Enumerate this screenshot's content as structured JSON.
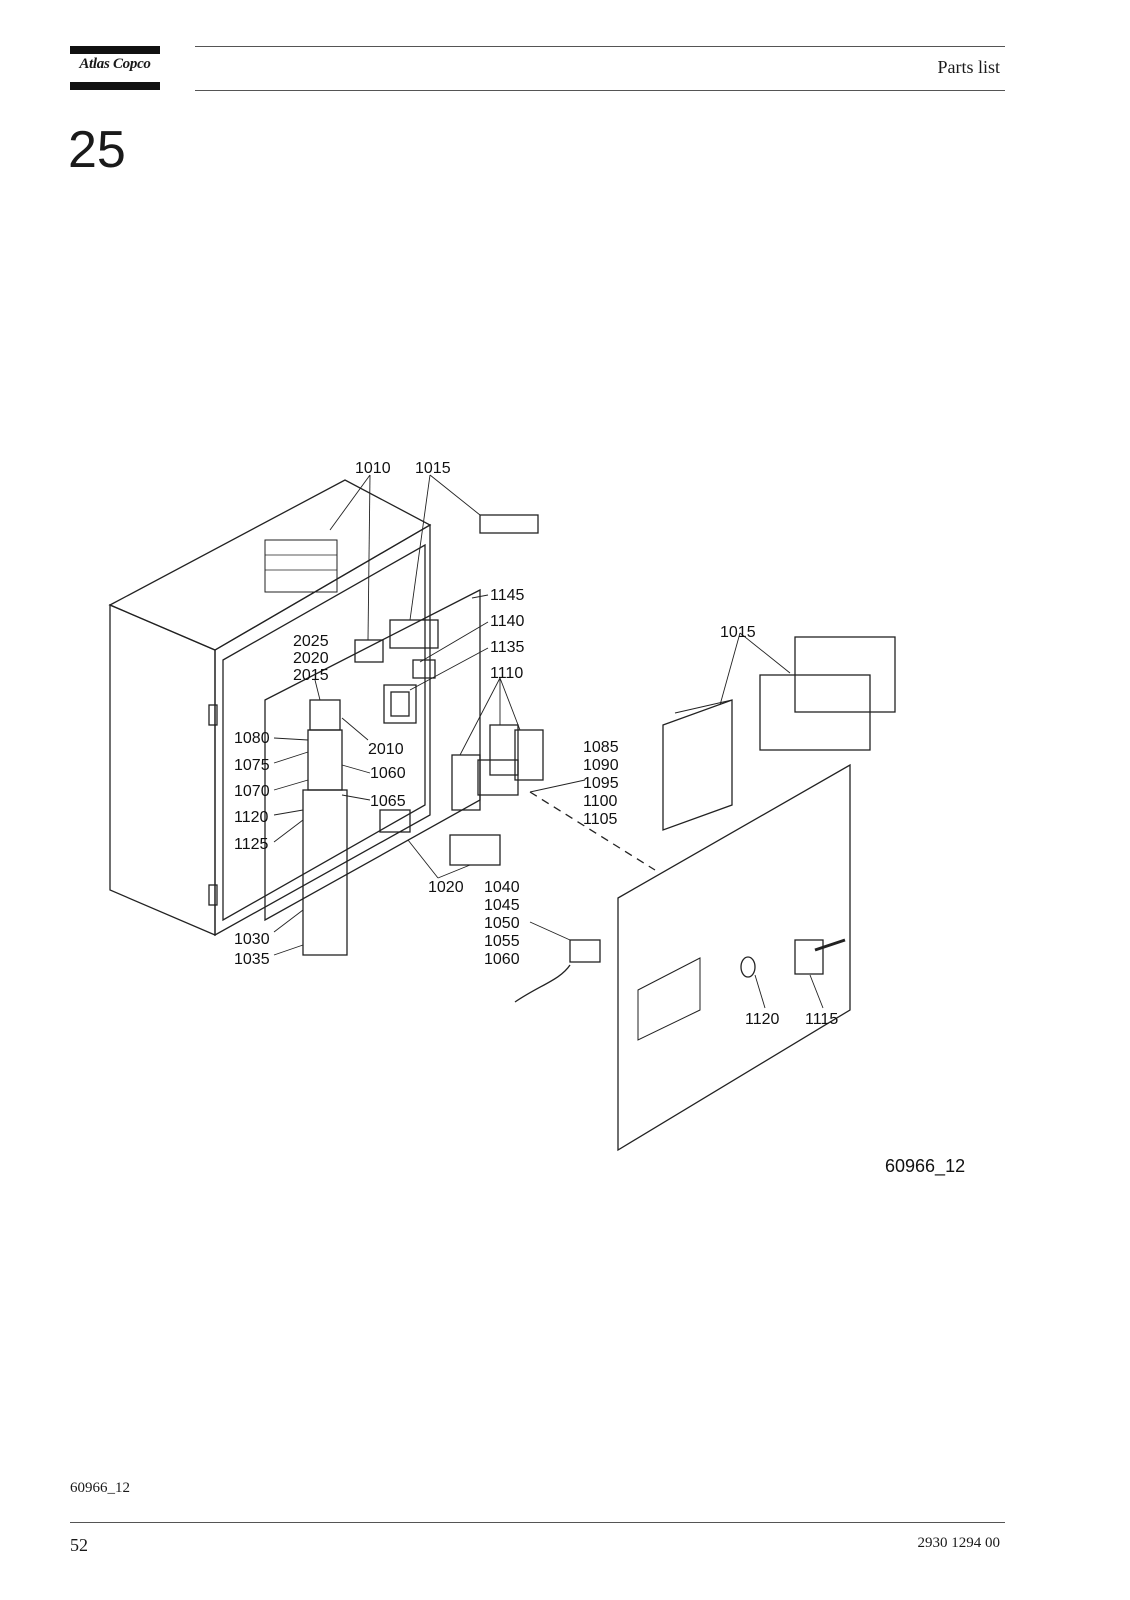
{
  "header": {
    "brand": "Atlas Copco",
    "section_title": "Parts list"
  },
  "chapter_number": "25",
  "figure": {
    "code": "60966_12",
    "callouts": {
      "c1010": "1010",
      "c1015_top": "1015",
      "c1145": "1145",
      "c1140": "1140",
      "c1135": "1135",
      "c1110": "1110",
      "c2025": "2025",
      "c2020": "2020",
      "c2015": "2015",
      "c1080": "1080",
      "c2010": "2010",
      "c1075": "1075",
      "c1060_a": "1060",
      "c1070": "1070",
      "c1065": "1065",
      "c1120_a": "1120",
      "c1125": "1125",
      "c1085": "1085",
      "c1090": "1090",
      "c1095": "1095",
      "c1100": "1100",
      "c1105": "1105",
      "c1015_right": "1015",
      "c1020": "1020",
      "c1040": "1040",
      "c1045": "1045",
      "c1050": "1050",
      "c1055": "1055",
      "c1060_b": "1060",
      "c1030": "1030",
      "c1035": "1035",
      "c1120_b": "1120",
      "c1115": "1115"
    }
  },
  "footer": {
    "figure_ref": "60966_12",
    "page_number": "52",
    "doc_number": "2930 1294 00"
  }
}
